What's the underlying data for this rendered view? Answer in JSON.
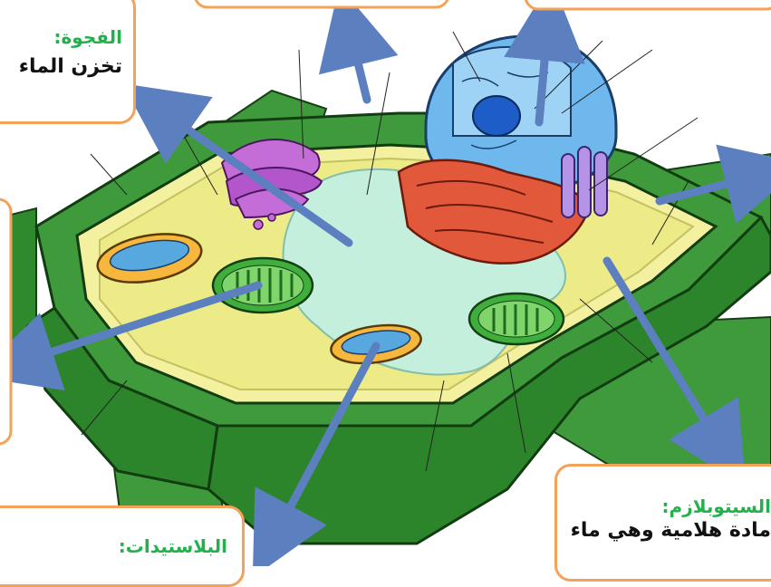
{
  "labels": {
    "vacuole": {
      "title": "الفجوة:",
      "text": "تخزن الماء"
    },
    "cytoplasm": {
      "title": "السيتوبلازم:",
      "text": "مادة هلامية وهي ماء"
    },
    "chloroplast": {
      "title": "البلاستيدات:",
      "text": ""
    }
  },
  "colors": {
    "box_border": "#f4a15a",
    "title_green": "#22b14c",
    "arrow_blue": "#5b7fbf",
    "cell_wall_green": "#3f9a3c",
    "cytoplasm_yellow": "#f3f0a0",
    "vacuole_cyan": "#bff0e6",
    "nucleus_blue": "#6fb8ee",
    "mitochondria_orange": "#f6b73c",
    "golgi_purple": "#c46cd8",
    "er_red": "#e2583a"
  }
}
